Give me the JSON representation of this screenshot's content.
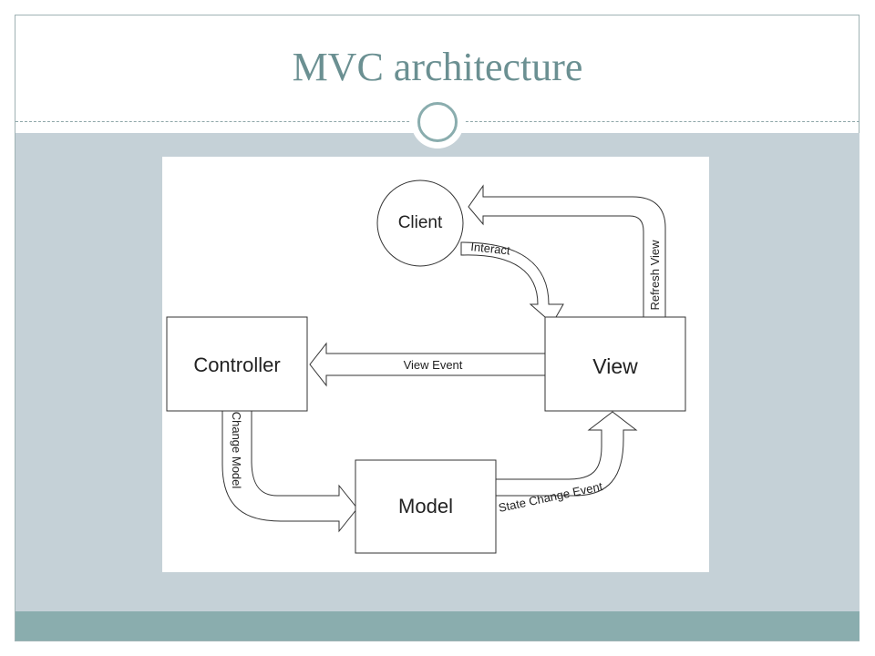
{
  "slide": {
    "title": "MVC architecture"
  },
  "diagram": {
    "nodes": {
      "client": "Client",
      "controller": "Controller",
      "view": "View",
      "model": "Model"
    },
    "edges": {
      "interact": "Interact",
      "refresh_view": "Refresh View",
      "view_event": "View Event",
      "change_model": "Change Model",
      "state_change_event": "State Change Event"
    }
  },
  "colors": {
    "title": "#6b9092",
    "content_band": "#c5d1d7",
    "bottom_band": "#8aadae"
  }
}
